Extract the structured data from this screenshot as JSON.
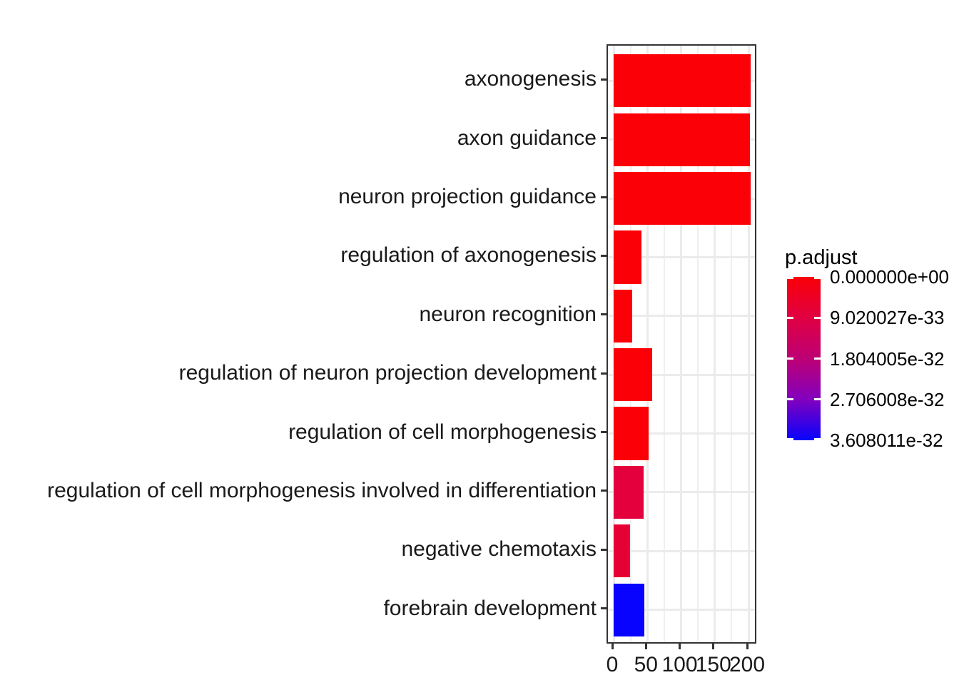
{
  "chart_data": {
    "type": "bar",
    "orientation": "horizontal",
    "title": "",
    "xlabel": "",
    "ylabel": "",
    "categories": [
      "axonogenesis",
      "axon guidance",
      "neuron projection guidance",
      "regulation of axonogenesis",
      "neuron recognition",
      "regulation of neuron projection development",
      "regulation of cell morphogenesis",
      "regulation of cell morphogenesis involved in differentiation",
      "negative chemotaxis",
      "forebrain development"
    ],
    "values": [
      203,
      202,
      203,
      41,
      28,
      57,
      52,
      44,
      24,
      46
    ],
    "bar_colors": [
      "#FB0007",
      "#FB0007",
      "#FB0007",
      "#FB0007",
      "#FB0007",
      "#FB0007",
      "#FB0007",
      "#E4003D",
      "#E70033",
      "#0803FE"
    ],
    "x_ticks": [
      0,
      50,
      100,
      150,
      200
    ],
    "x_tick_labels": [
      "0",
      "50",
      "100",
      "150",
      "200"
    ],
    "x_minor_ticks": [
      25,
      75,
      125,
      175
    ],
    "xlim": [
      0,
      212
    ],
    "grid": true,
    "panel_style": {
      "background": "#FFFFFF",
      "border_color": "#333333",
      "grid_major_color": "#EBEBEB",
      "grid_minor_color": "#EFEFEF"
    },
    "legend": {
      "title": "p.adjust",
      "position": "right",
      "kind": "colorbar",
      "tick_labels": [
        "0.000000e+00",
        "9.020027e-33",
        "1.804005e-32",
        "2.706008e-32",
        "3.608011e-32"
      ],
      "gradient_stops": [
        "#FA0007",
        "#E00042",
        "#BD0074",
        "#8300BE",
        "#0603FD"
      ]
    }
  }
}
